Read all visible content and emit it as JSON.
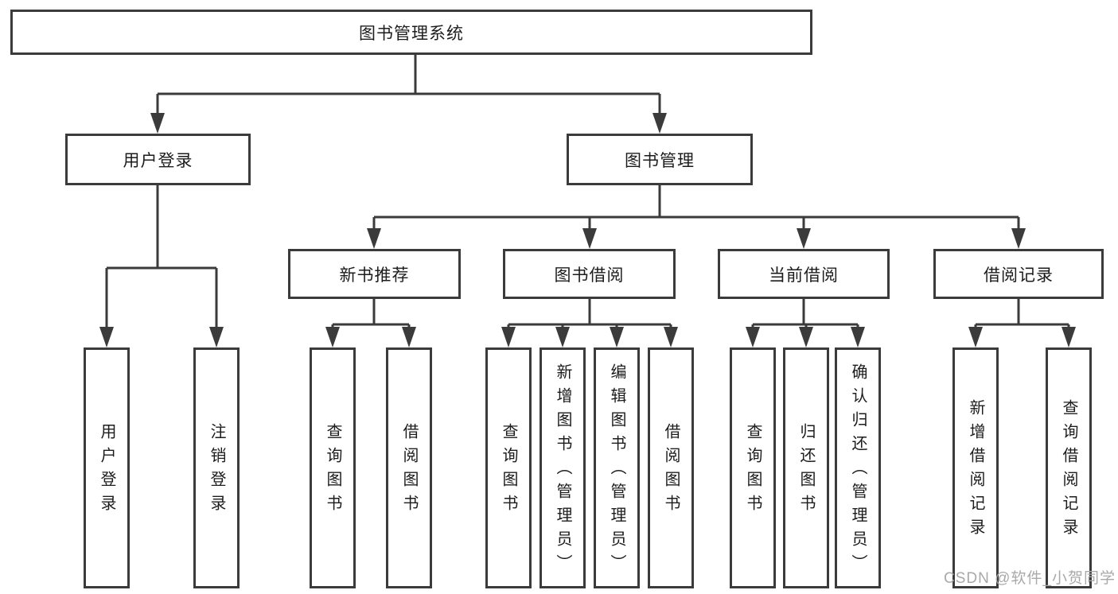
{
  "colors": {
    "line": "#3b3b3b",
    "box_border": "#3b3b3b",
    "text": "#1c1c1c",
    "background": "#ffffff",
    "watermark": "#a9a9a9"
  },
  "watermark": {
    "text": "CSDN @软件_小贺同学"
  },
  "nodes": {
    "root": {
      "label": "图书管理系统"
    },
    "user_login": {
      "label": "用户登录",
      "children": [
        "用户登录",
        "注销登录"
      ]
    },
    "book_mgmt": {
      "label": "图书管理"
    },
    "new_books": {
      "label": "新书推荐",
      "children": [
        "查询图书",
        "借阅图书"
      ]
    },
    "borrowing": {
      "label": "图书借阅",
      "children": [
        "查询图书",
        "新增图书（管理员）",
        "编辑图书（管理员）",
        "借阅图书"
      ]
    },
    "current": {
      "label": "当前借阅",
      "children": [
        "查询图书",
        "归还图书",
        "确认归还（管理员）"
      ]
    },
    "records": {
      "label": "借阅记录",
      "children": [
        "新增借阅记录",
        "查询借阅记录"
      ]
    }
  }
}
